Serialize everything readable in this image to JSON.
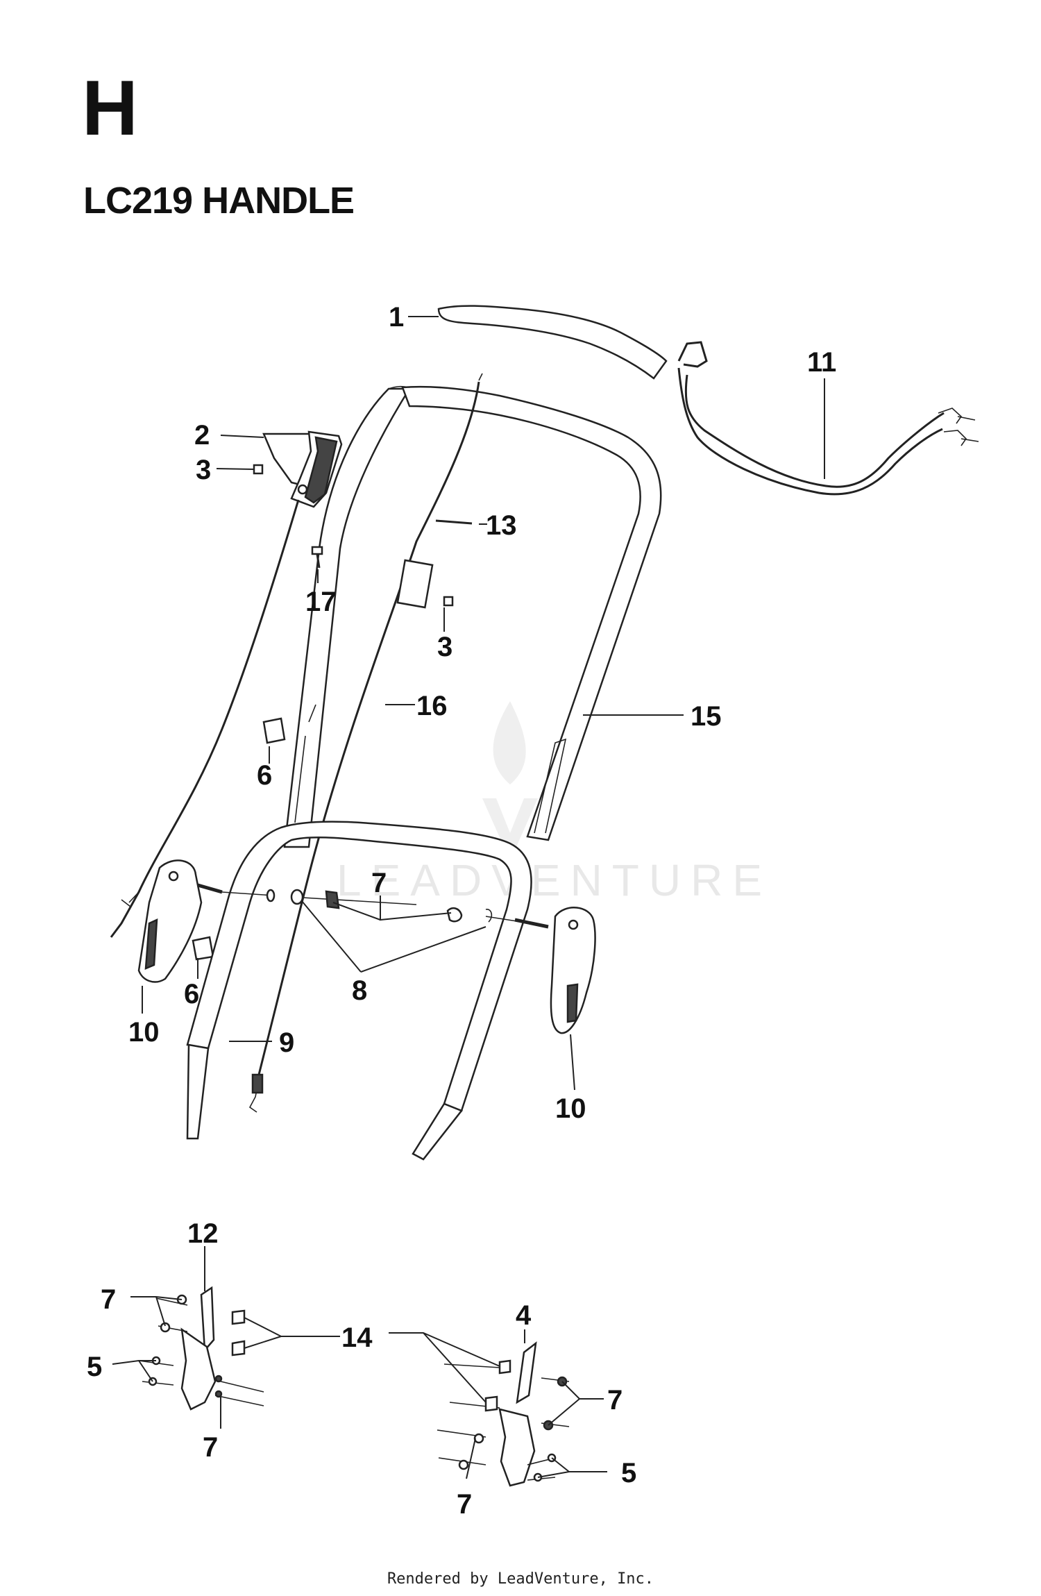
{
  "header": {
    "section_letter": "H",
    "title": "LC219 HANDLE"
  },
  "watermark": {
    "text": "LEADVENTURE"
  },
  "callouts": {
    "c1": "1",
    "c2": "2",
    "c3a": "3",
    "c3b": "3",
    "c4": "4",
    "c5a": "5",
    "c5b": "5",
    "c6a": "6",
    "c6b": "6",
    "c7a": "7",
    "c7b": "7",
    "c7c": "7",
    "c7d": "7",
    "c7e": "7",
    "c8": "8",
    "c9": "9",
    "c10a": "10",
    "c10b": "10",
    "c11": "11",
    "c12": "12",
    "c13": "13",
    "c14": "14",
    "c15": "15",
    "c16": "16",
    "c17": "17"
  },
  "footer": {
    "text": "Rendered by LeadVenture, Inc."
  }
}
